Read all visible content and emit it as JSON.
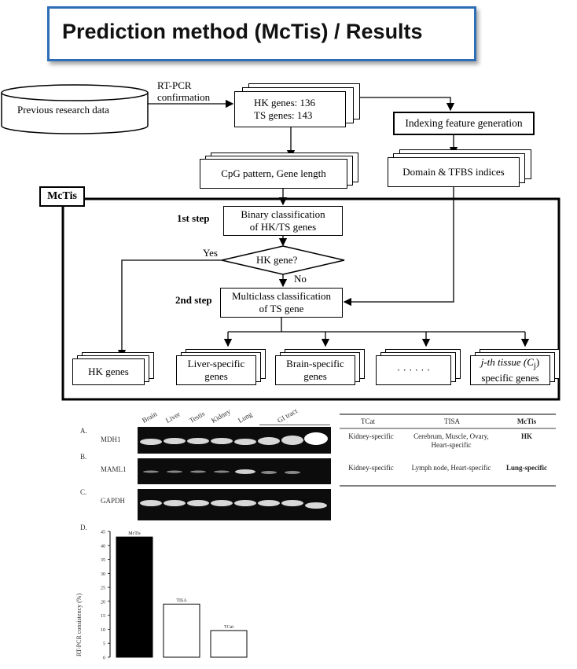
{
  "title": "Prediction method (McTis) / Results",
  "flow": {
    "previous_data": "Previous research data",
    "rtpcr_label_line1": "RT-PCR",
    "rtpcr_label_line2": "confirmation",
    "hk_genes_count": "HK genes: 136",
    "ts_genes_count": "TS genes: 143",
    "indexing": "Indexing feature generation",
    "cpg": "CpG pattern, Gene length",
    "domain": "Domain & TFBS indices",
    "mctis_label": "McTis",
    "step1": "1st step",
    "binary_line1": "Binary classification",
    "binary_line2": "of HK/TS genes",
    "hk_question": "HK gene?",
    "yes": "Yes",
    "no": "No",
    "step2": "2nd step",
    "multi_line1": "Multiclass classification",
    "multi_line2": "of TS gene",
    "out_hk": "HK genes",
    "out_liver_1": "Liver-specific",
    "out_liver_2": "genes",
    "out_brain_1": "Brain-specific",
    "out_brain_2": "genes",
    "out_dots": "· · · · · ·",
    "out_jth_1": "j-th tissue (C",
    "out_jth_sub": "j",
    "out_jth_close": ")",
    "out_jth_2": "specific genes"
  },
  "gel": {
    "panel_a": "A.",
    "panel_b": "B.",
    "panel_c": "C.",
    "panel_d": "D.",
    "row_mdh1": "MDH1",
    "row_maml1": "MAML1",
    "row_gapdh": "GAPDH",
    "lanes": [
      "Brain",
      "Liver",
      "Testis",
      "Kidney",
      "Lung"
    ],
    "gi_tract": "GI tract"
  },
  "table": {
    "headers": [
      "TCat",
      "TISA",
      "McTis"
    ],
    "rows": [
      [
        "Kidney-specific",
        "Cerebrum, Muscle, Ovary, Heart-specific",
        "HK"
      ],
      [
        "Kidney-specific",
        "Lymph node, Heart-specific",
        "Lung-specific"
      ]
    ]
  },
  "chart_data": {
    "type": "bar",
    "categories": [
      "McTis",
      "TISA",
      "TCat"
    ],
    "values": [
      43,
      19,
      9.5
    ],
    "ylabel": "RT-PCR consistency (%)",
    "ylim": [
      0,
      45
    ],
    "yticks": [
      0,
      5,
      10,
      15,
      20,
      25,
      30,
      35,
      40,
      45
    ],
    "colors": [
      "#000000",
      "#ffffff",
      "#ffffff"
    ]
  }
}
